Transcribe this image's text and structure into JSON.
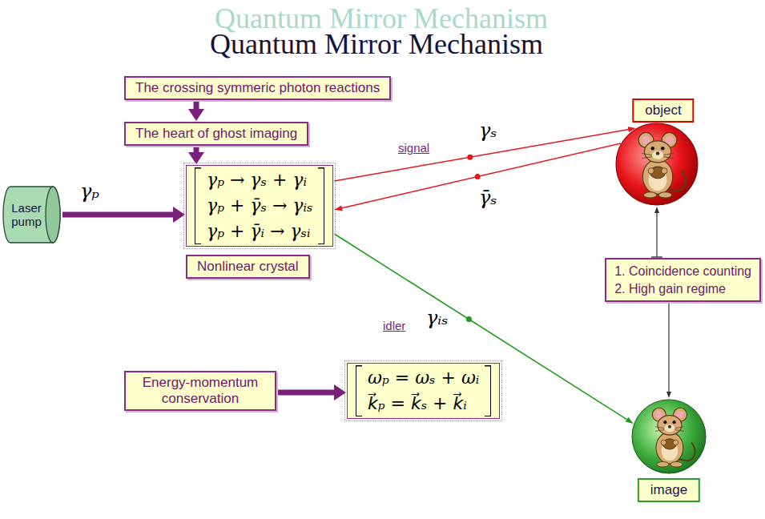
{
  "diagram": {
    "title": "Quantum Mirror Mechanism",
    "nodes": [
      {
        "text": [
          "The crossing symmeric photon reactions"
        ]
      },
      {
        "text": [
          "The heart of ghost imaging"
        ]
      },
      {
        "text": [
          "γₚ → γₛ + γᵢ",
          "γₚ + γ̄ₛ → γᵢₛ",
          "γₚ + γ̄ᵢ → γₛᵢ"
        ]
      },
      {
        "text": [
          "Nonlinear crystal"
        ]
      },
      {
        "text": [
          "Laser pump"
        ]
      },
      {
        "text": [
          "Energy-momentum conservation"
        ]
      },
      {
        "text": [
          "ωₚ = ωₛ + ωᵢ",
          "k⃗ₚ = k⃗ₛ + k⃗ᵢ"
        ]
      },
      {
        "text": [
          "object"
        ]
      },
      {
        "text": [
          "1. Coincidence counting",
          "2. High gain regime"
        ]
      },
      {
        "text": [
          "image"
        ]
      }
    ],
    "edges": [
      {
        "from": 0,
        "to": 1,
        "arrow": "to"
      },
      {
        "from": 1,
        "to": 2,
        "arrow": "to"
      },
      {
        "from": 4,
        "to": 2,
        "arrow": "to"
      },
      {
        "from": 5,
        "to": 6,
        "arrow": "to"
      },
      {
        "from": 2,
        "to": 7,
        "arrow": "to"
      },
      {
        "from": 7,
        "to": 2,
        "arrow": "to"
      },
      {
        "from": 2,
        "to": 9,
        "arrow": "to"
      },
      {
        "from": 8,
        "to": 7,
        "arrow": "to"
      },
      {
        "from": 8,
        "to": 9,
        "arrow": "to"
      }
    ],
    "labels": [
      "Quantum Mirror Mechanism",
      "γₚ",
      "signal",
      "γₛ",
      "γ̄ₛ",
      "idler",
      "γᵢₛ"
    ]
  }
}
